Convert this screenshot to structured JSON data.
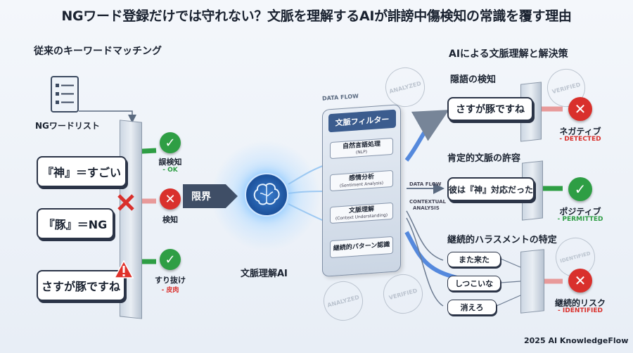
{
  "title": "NGワード登録だけでは守れない？文脈を理解するAIが誹謗中傷検知の常識を覆す理由",
  "left": {
    "heading": "従来のキーワードマッチング",
    "list_label": "NGワードリスト",
    "items": [
      {
        "text": "『神』＝すごい",
        "result": "誤検知",
        "sub": "- OK"
      },
      {
        "text": "『豚』＝NG",
        "result": "検知",
        "sub": ""
      },
      {
        "text": "さすが豚ですね",
        "result": "すり抜け",
        "sub": "- 皮肉"
      }
    ]
  },
  "limit_label": "限界",
  "center": {
    "ai_label": "文脈理解AI",
    "panel_tag": "DATA FLOW",
    "panel_title": "文脈フィルター",
    "steps": [
      {
        "label": "自然言語処理",
        "en": "(NLP)"
      },
      {
        "label": "感情分析",
        "en": "(Sentiment Analysis)"
      },
      {
        "label": "文脈理解",
        "en": "(Context Understanding)"
      },
      {
        "label": "継続的パターン認識",
        "en": ""
      }
    ],
    "flow_labels": [
      "DATA FLOW",
      "CONTEXTUAL",
      "ANALYSIS"
    ],
    "stamps": [
      "ANALYZED",
      "VERIFIED",
      "ANALYZED",
      "VERIFIED",
      "IDENTIFIED"
    ]
  },
  "right": {
    "heading": "AIによる文脈理解と解決策",
    "sections": [
      {
        "title": "隠語の検知",
        "text": "さすが豚ですね",
        "result": "ネガティブ",
        "sub": "- DETECTED"
      },
      {
        "title": "肯定的文脈の許容",
        "text": "彼は『神』対応だった",
        "result": "ポジティブ",
        "sub": "- PERMITTED"
      },
      {
        "title": "継続的ハラスメントの特定",
        "texts": [
          "また来た",
          "しつこいな",
          "消えろ"
        ],
        "result": "継続的リスク",
        "sub": "- IDENTIFIED"
      }
    ]
  },
  "footer": "2025 AI KnowledgeFlow",
  "colors": {
    "ok": "#2e9e44",
    "ng": "#d9302c",
    "warn": "#e0312a",
    "accent": "#2f6fd6"
  },
  "icons": [
    "checklist-icon",
    "check-icon",
    "cross-icon",
    "warning-icon",
    "brain-icon"
  ]
}
